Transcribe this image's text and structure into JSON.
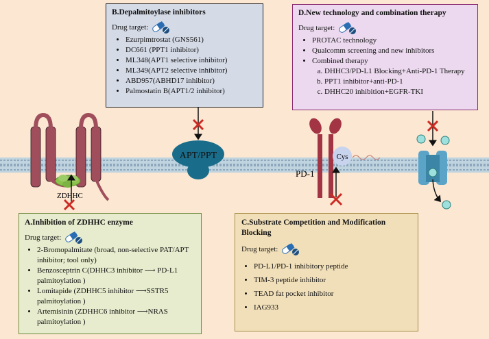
{
  "colors": {
    "background": "#fbe7d2",
    "membrane": "#b9d0dd",
    "zdhhc_protein": "#a04e5c",
    "apt_protein": "#1a6d8a",
    "inhibit_x": "#cc2a22",
    "channel": "#5ba4c7"
  },
  "drug_target_label": "Drug target:",
  "panel_b": {
    "title": "B.Depalmitoylase inhibitors",
    "items": [
      "Ezurpimtrostat (GNS561)",
      "DC661 (PPT1 inhibitor)",
      "ML348(APT1 selective inhibitor)",
      "ML349(APT2 selective inhibitor)",
      "ABD957(ABHD17 inhibitor)",
      "Palmostatin B(APT1/2 inhibitor)"
    ]
  },
  "panel_d": {
    "title": "D.New technology and combination therapy",
    "items": [
      "PROTAC technology",
      "Qualcomm screening and new inhibitors",
      "Combined therapy"
    ],
    "sub_items": [
      "DHHC3/PD-L1 Blocking+Anti-PD-1 Therapy",
      "PPT1 inhibitor+anti-PD-1",
      "DHHC20 inhibition+EGFR-TKI"
    ]
  },
  "panel_a": {
    "title": "A.Inhibition of ZDHHC enzyme",
    "items": [
      "2-Bromopalmitate (broad, non-selective PAT/APT inhibitor; tool only)",
      "Benzosceptrin C(DHHC3 inhibitor ⟶ PD-L1 palmitoylation )",
      "Lomitapide (ZDHHC5 inhibitor ⟶SSTR5 palmitoylation )",
      "Artemisinin (ZDHHC6 inhibitor ⟶NRAS palmitoylation )"
    ]
  },
  "panel_c": {
    "title": "C.Substrate Competition and Modification Blocking",
    "items": [
      "PD-L1/PD-1 inhibitory peptide",
      "TIM-3 peptide inhibitor",
      "TEAD fat pocket inhibitor",
      "IAG933"
    ]
  },
  "labels": {
    "zdhhc": "ZDHHC",
    "apt_ppt": "APT/PPT",
    "pd1": "PD-1",
    "cys": "Cys"
  }
}
